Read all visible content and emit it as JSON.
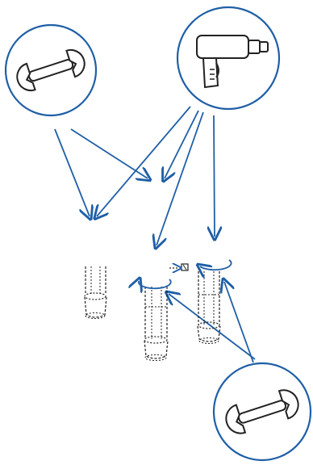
{
  "colors": {
    "accent": "#1f5fa6",
    "line": "#222222",
    "fill": "#ffffff"
  },
  "icons": {
    "top_left": "wrench-icon",
    "top_right": "drill-icon",
    "bottom_right": "wrench-icon"
  },
  "parts": [
    "adjustable-foot-1",
    "adjustable-foot-2",
    "adjustable-foot-3"
  ],
  "labels": []
}
